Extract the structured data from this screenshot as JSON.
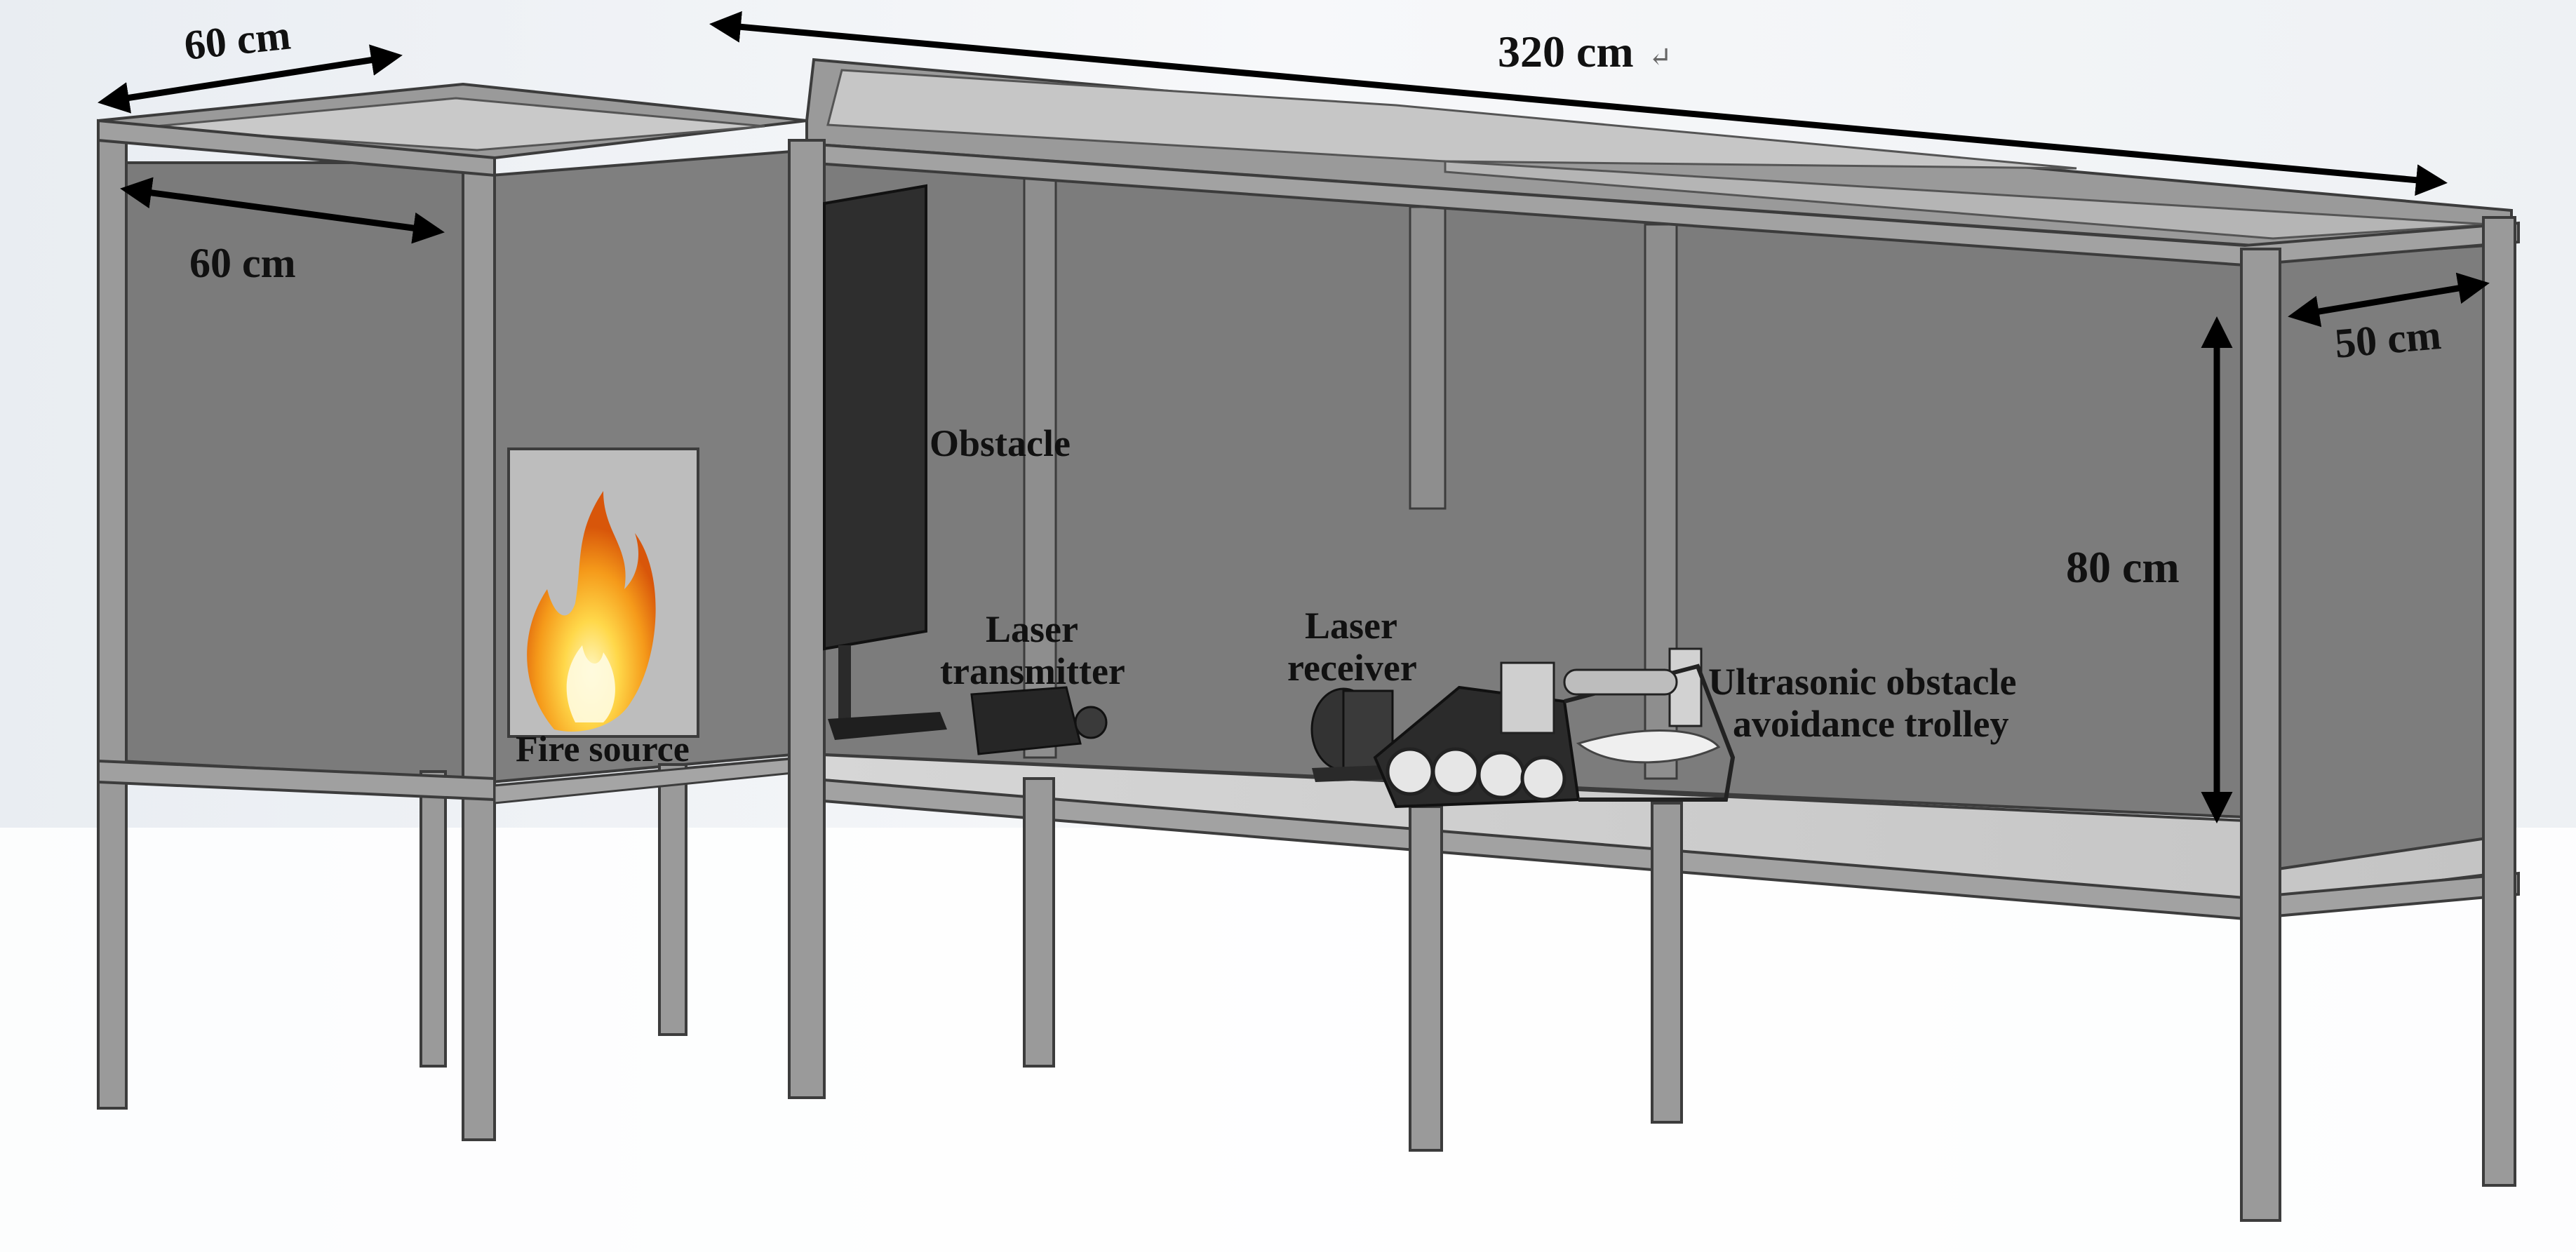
{
  "dimensions": {
    "left_depth_top": "60 cm",
    "left_width": "60 cm",
    "total_length": "320 cm",
    "right_depth": "50 cm",
    "height": "80 cm",
    "return_mark": "↵"
  },
  "labels": {
    "obstacle": "Obstacle",
    "laser_transmitter_line1": "Laser",
    "laser_transmitter_line2": "transmitter",
    "laser_receiver_line1": "Laser",
    "laser_receiver_line2": "receiver",
    "trolley_line1": "Ultrasonic obstacle",
    "trolley_line2": "avoidance trolley",
    "fire_source": "Fire source"
  },
  "colors": {
    "frame": "#8c8c8c",
    "frame_dark": "#3c3c3c",
    "panel": "#7a7a7a",
    "floor": "#cfcfcf",
    "obstacle": "#2d2d2d",
    "arrow": "#000000"
  }
}
